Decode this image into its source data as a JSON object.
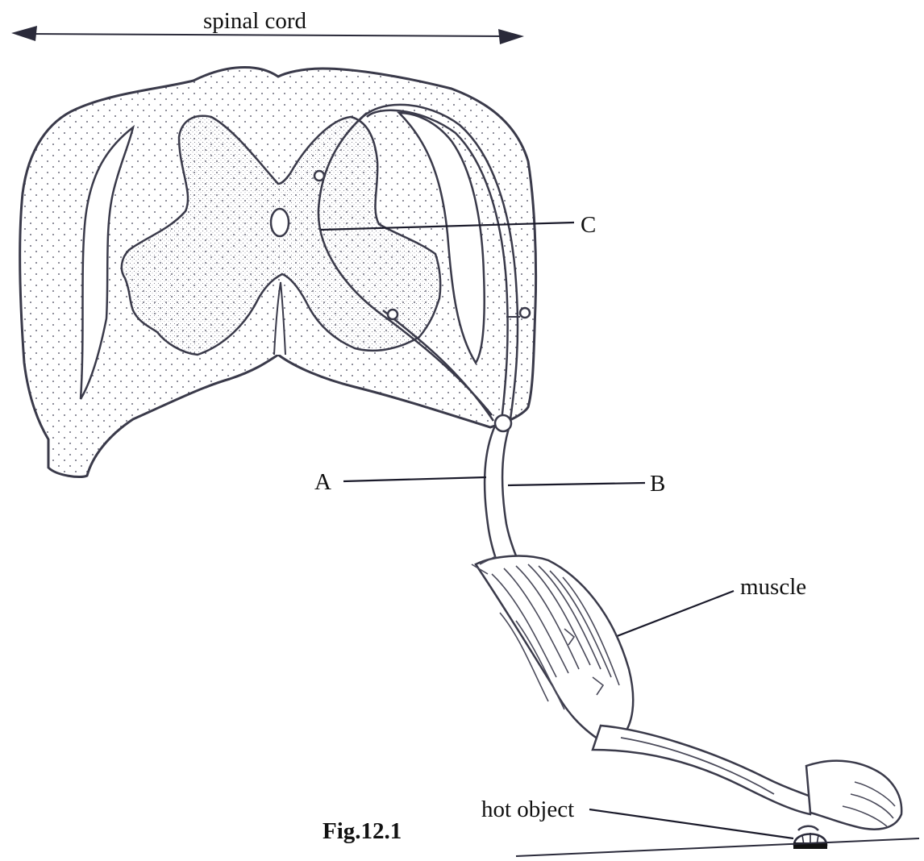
{
  "labels": {
    "spinal_cord": "spinal cord",
    "c": "C",
    "a": "A",
    "b": "B",
    "muscle": "muscle",
    "hot_object": "hot object",
    "figure": "Fig.12.1"
  },
  "colors": {
    "ink": "#3a3a4a",
    "stipple": "#6a6a7a",
    "background": "#ffffff"
  }
}
